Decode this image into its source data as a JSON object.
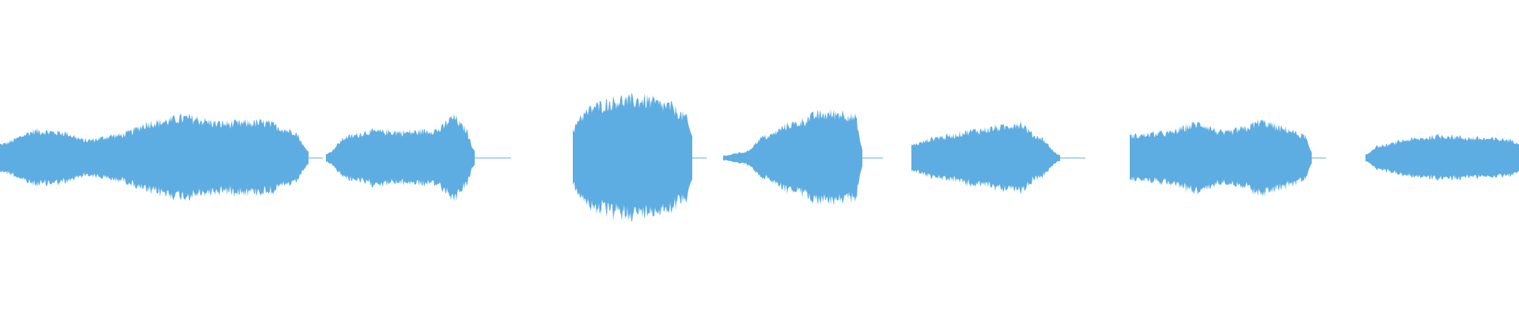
{
  "colors": {
    "background": "#ffffff",
    "waveform": "#5dade2"
  },
  "waveform": {
    "segments": [
      {
        "id": "segment-1",
        "peak_level": 0.55
      },
      {
        "id": "segment-2",
        "peak_level": 0.48
      },
      {
        "id": "segment-3",
        "peak_level": 0.65
      },
      {
        "id": "segment-4",
        "peak_level": 0.53
      },
      {
        "id": "segment-5",
        "peak_level": 0.43
      },
      {
        "id": "segment-6",
        "peak_level": 0.45
      },
      {
        "id": "segment-7",
        "peak_level": 0.26
      }
    ]
  }
}
